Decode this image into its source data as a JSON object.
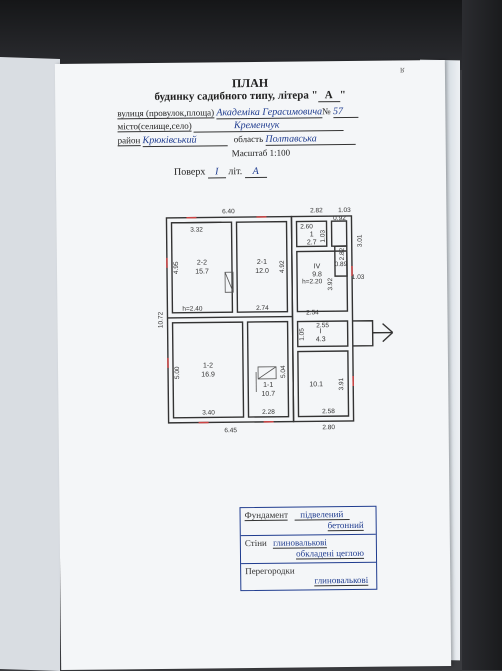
{
  "header": {
    "title": "ПЛАН",
    "subtitle_prefix": "будинку садибного типу, літера \"",
    "litera": "А",
    "subtitle_suffix": "\""
  },
  "address": {
    "street_label": "вулиця (провулок,площа)",
    "street_value": "Академіка Герасимовича",
    "number_label": "№",
    "number_value": "57",
    "city_label": "місто(селище,село)",
    "city_value": "Кременчук",
    "district_label": "район",
    "district_value": "Крюківський",
    "region_label": "область",
    "region_value": "Полтавська"
  },
  "scale": {
    "label": "Масштаб",
    "value": "1:100"
  },
  "floor": {
    "label": "Поверх",
    "value": "I",
    "lit_label": "літ.",
    "lit_value": "А"
  },
  "corner_mark": "ʁ",
  "plan": {
    "dims": {
      "top_total": "6.40",
      "top_mid": "2.82",
      "top_right": "1.03",
      "top_right2": "0.92",
      "left_top": "3.32",
      "left_total": "10.72",
      "r1_height": "4.95",
      "r2_height": "4.92",
      "r4_height": "3.92",
      "r3_width": "2.60",
      "r3_height": "1.03",
      "small_right": "3.01",
      "small_right2": "2.82",
      "small_right3": "0.89",
      "small_right4": "1.03",
      "h_left": "h=2.40",
      "mid_width": "2.74",
      "h_right": "h=2.20",
      "w_2_54": "2.54",
      "w_2_55": "2.55",
      "r5_height": "5.00",
      "r6_height": "5.04",
      "d_1_05": "1.05",
      "r8_height": "3.91",
      "bottom_left": "3.40",
      "bottom_mid": "2.28",
      "bottom_total": "6.45",
      "bottom_right": "2.58",
      "bottom_right_total": "2.80"
    },
    "rooms": [
      {
        "id": "2-2",
        "area": "15.7"
      },
      {
        "id": "2-1",
        "area": "12.0"
      },
      {
        "id": "1",
        "area": "2.7"
      },
      {
        "id": "IV",
        "area": "9.8"
      },
      {
        "id": "1-2",
        "area": "16.9"
      },
      {
        "id": "1-1",
        "area": "10.7"
      },
      {
        "id": "I",
        "area": "4.3"
      },
      {
        "id": "",
        "area": "10.1"
      }
    ]
  },
  "legend": {
    "foundation_label": "Фундамент",
    "foundation_value1": "підвелений",
    "foundation_value2": "бетонний",
    "walls_label": "Стіни",
    "walls_value1": "глиновалькові",
    "walls_value2": "обкладені цеглою",
    "partitions_label": "Перегородки",
    "partitions_value": "глиновалькові"
  }
}
